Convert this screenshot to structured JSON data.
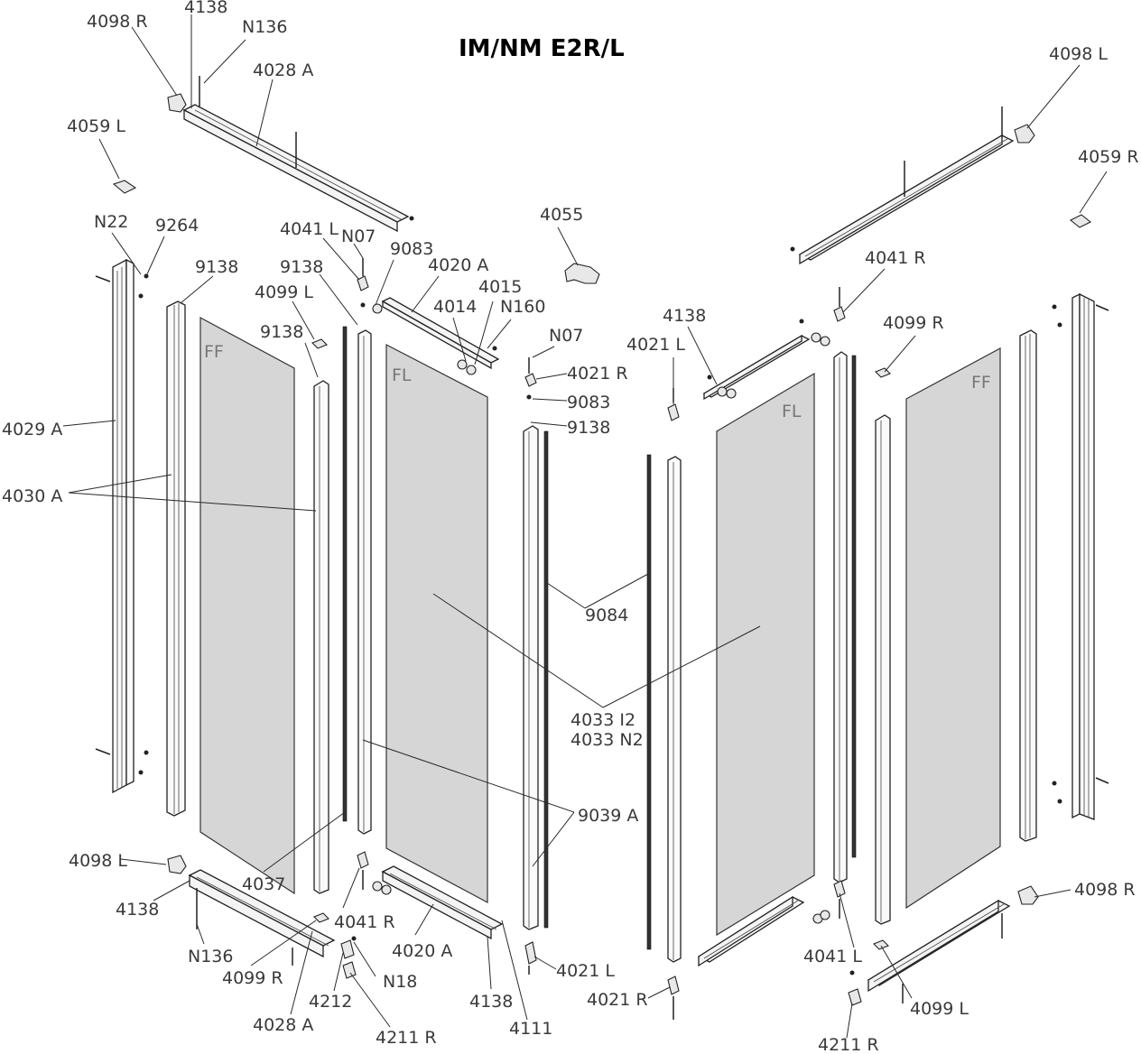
{
  "title": "IM/NM E2R/L",
  "glass_labels": {
    "ff_left": "FF",
    "fl_left": "FL",
    "fl_right": "FL",
    "ff_right": "FF"
  },
  "labels": {
    "l4098r_top": "4098 R",
    "l4138_top": "4138",
    "ln136_top": "N136",
    "l4028a_top": "4028 A",
    "l4098l_top": "4098 L",
    "l4059l": "4059 L",
    "l4059r": "4059 R",
    "ln22": "N22",
    "l9264": "9264",
    "l9138_a": "9138",
    "l4041l_top": "4041 L",
    "ln07_a": "N07",
    "l9083_a": "9083",
    "l4055": "4055",
    "l4020a_top": "4020 A",
    "l9138_b": "9138",
    "l4014": "4014",
    "l4015": "4015",
    "ln160": "N160",
    "l4099l_top": "4099 L",
    "l9138_c": "9138",
    "l4041r_top": "4041 R",
    "l4138_mid": "4138",
    "l4099r_top": "4099 R",
    "ln07_b": "N07",
    "l4021l_top": "4021 L",
    "l4021r_top": "4021 R",
    "l9083_b": "9083",
    "l9138_d": "9138",
    "l4029a": "4029 A",
    "l4030a": "4030 A",
    "l9084": "9084",
    "l4033i2": "4033 I2",
    "l4033n2": "4033 N2",
    "l9039a": "9039 A",
    "l4037": "4037",
    "l4098l_bot": "4098 L",
    "l4138_bot_left": "4138",
    "l4041r_bot": "4041 R",
    "l4020a_bot": "4020 A",
    "ln136_bot": "N136",
    "l4099r_bot": "4099 R",
    "ln18": "N18",
    "l4212": "4212",
    "l4028a_bot": "4028 A",
    "l4211r_left": "4211 R",
    "l4138_bot_mid": "4138",
    "l4111": "4111",
    "l4021l_bot": "4021 L",
    "l4021r_bot": "4021 R",
    "l4041l_bot": "4041 L",
    "l4098r_bot": "4098 R",
    "l4099l_bot": "4099 L",
    "l4211r_right": "4211 R"
  }
}
